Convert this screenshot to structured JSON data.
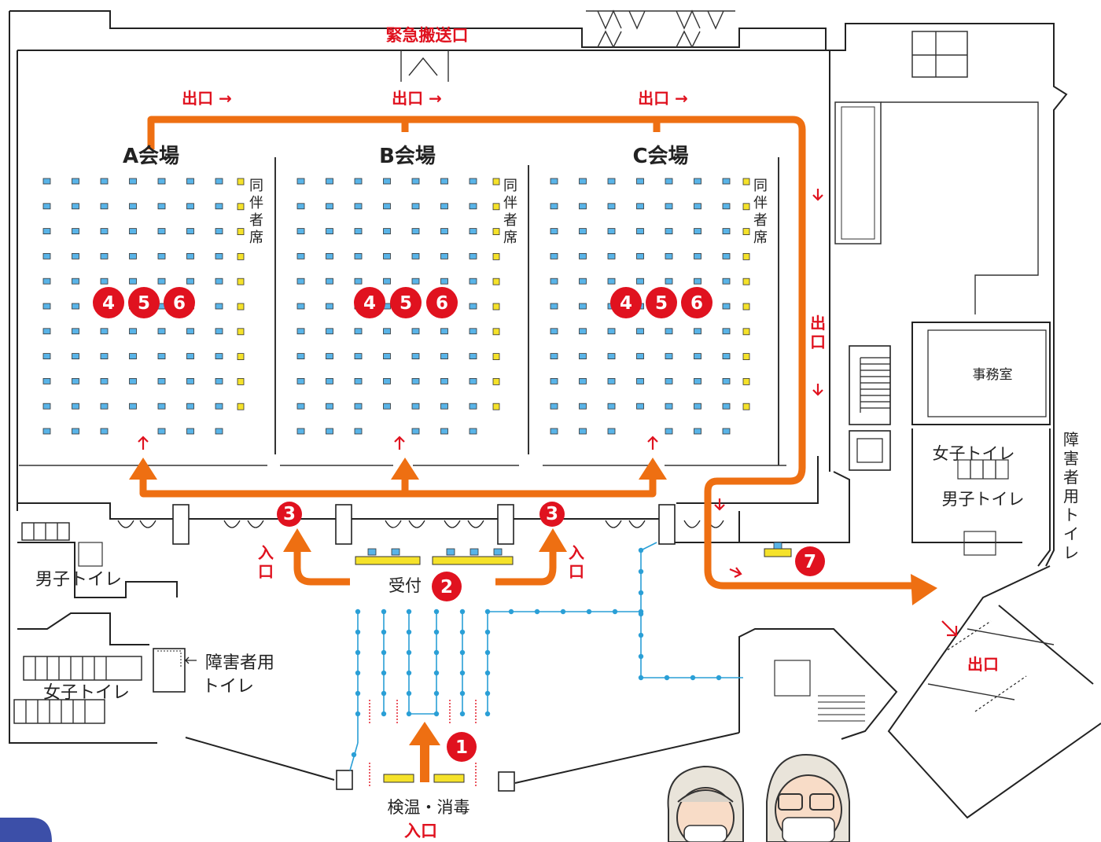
{
  "colors": {
    "route_orange": "#ee6f12",
    "step_red": "#e0121f",
    "seat_blue": "#59b4e8",
    "companion_seat_yellow": "#f5e22a",
    "queue_line_blue": "#2a9fd6",
    "wall_black": "#222222"
  },
  "labels": {
    "emergency_exit": "緊急搬送口",
    "exit_top_a": "出口 →",
    "exit_top_b": "出口 →",
    "exit_top_c": "出口 →",
    "exit_side": "出口",
    "exit_bottom_right": "出口",
    "entrance_left": "入口",
    "entrance_right": "入口",
    "entrance_bottom": "入口",
    "reception": "受付",
    "temperature_check": "検温・消毒",
    "office": "事務室",
    "womens_toilet": "女子トイレ",
    "mens_toilet": "男子トイレ",
    "accessible_toilet": "障害者用トイレ",
    "accessible_toilet_left_line1": "障害者用",
    "accessible_toilet_left_line2": "トイレ",
    "companion_seats": "同伴者席"
  },
  "halls": [
    {
      "name": "A会場",
      "steps": [
        "4",
        "5",
        "6"
      ]
    },
    {
      "name": "B会場",
      "steps": [
        "4",
        "5",
        "6"
      ]
    },
    {
      "name": "C会場",
      "steps": [
        "4",
        "5",
        "6"
      ]
    }
  ],
  "steps": {
    "s1": "1",
    "s2": "2",
    "s3_left": "3",
    "s3_right": "3",
    "s7": "7"
  },
  "icons": [
    "arrow-up-icon",
    "arrow-down-icon",
    "arrow-right-icon",
    "door-swing-icon",
    "elderly-couple-illustration",
    "stairs-icon"
  ]
}
